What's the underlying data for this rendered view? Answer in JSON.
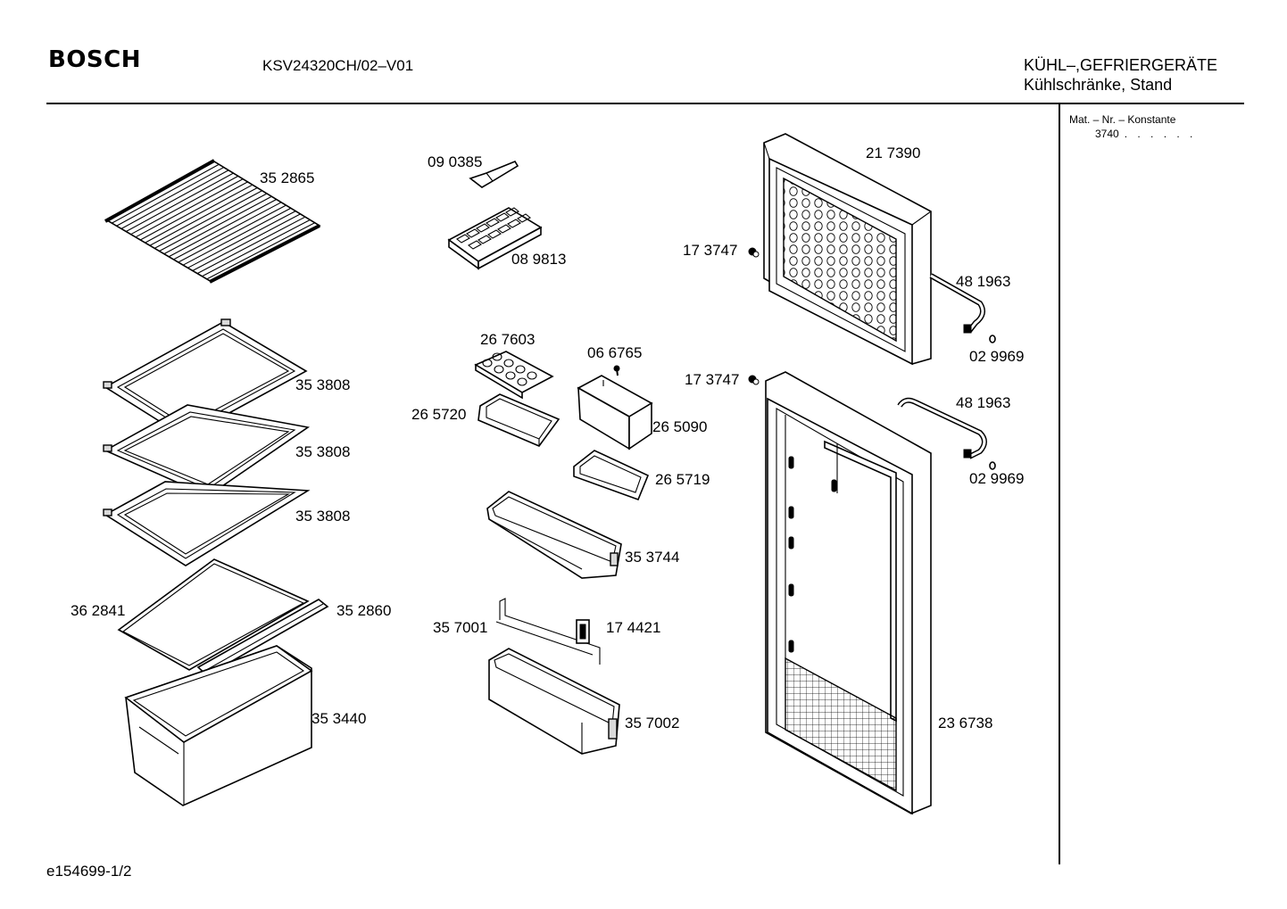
{
  "header": {
    "brand": "BOSCH",
    "model": "KSV24320CH/02–V01",
    "category": "KÜHL–,GEFRIERGERÄTE",
    "subcategory": "Kühlschränke, Stand"
  },
  "sidebar": {
    "title": "Mat. – Nr. – Konstante",
    "value": "3740",
    "dots": ". . . . . ."
  },
  "footer": {
    "doc_id": "e154699-1/2"
  },
  "parts": {
    "wire_shelf": "35 2865",
    "glass_shelf_1": "35 3808",
    "glass_shelf_2": "35 3808",
    "glass_shelf_3": "35 3808",
    "crisper_cover": "36 2841",
    "cover_trim": "35 2860",
    "crisper_drawer": "35 3440",
    "ice_scraper": "09 0385",
    "ice_tray": "08 9813",
    "egg_tray": "26 7603",
    "small_shelf_left": "26 5720",
    "pin": "06 6765",
    "butter_box": "26 5090",
    "small_shelf_right": "26 5719",
    "door_shelf": "35 3744",
    "bottle_retainer": "35 7001",
    "clip": "17 4421",
    "bottle_shelf": "35 7002",
    "freezer_door": "21 7390",
    "screw_top": "17 3747",
    "handle_top": "48 1963",
    "cap_top": "02 9969",
    "screw_bottom": "17 3747",
    "handle_bottom": "48 1963",
    "cap_bottom": "02 9969",
    "fridge_door": "23 6738"
  }
}
